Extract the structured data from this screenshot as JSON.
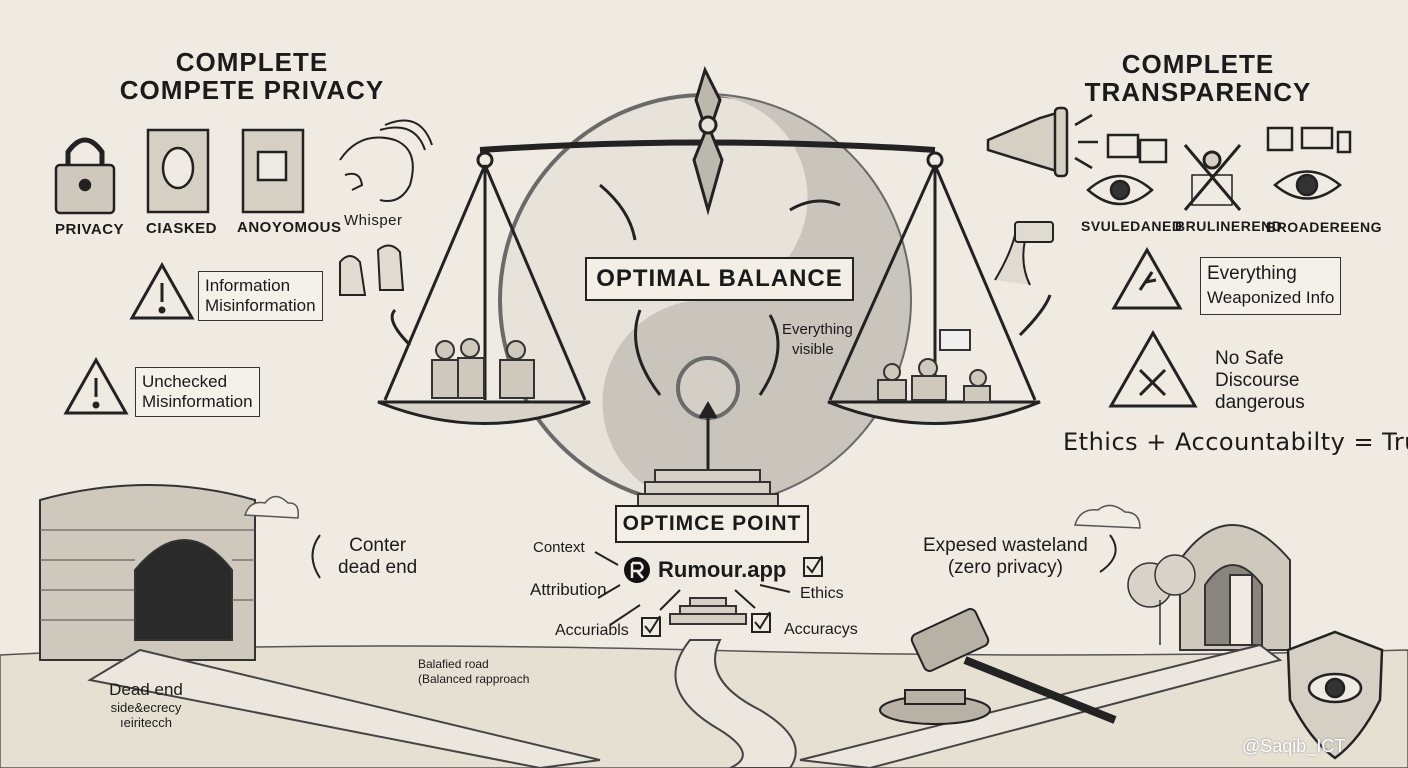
{
  "left": {
    "title_line1": "COMPLETE",
    "title_line2": "COMPETE PRIVACY",
    "icons": [
      "PRIVACY",
      "CIASKED",
      "ANOYOMOUS",
      "Whisper"
    ],
    "warn1": [
      "Information",
      "Misinformation"
    ],
    "warn2": [
      "Unchecked",
      "Misinformation"
    ],
    "conter": [
      "Conter",
      "dead end"
    ],
    "dead_end": [
      "Dead end",
      "side&ecrecy",
      "ıeiritecch"
    ]
  },
  "right": {
    "title_line1": "COMPLETE",
    "title_line2": "TRANSPARENCY",
    "icons": [
      "SVULEDANED",
      "BRULINEREND",
      "BROADEREENG"
    ],
    "warn1": [
      "Everything",
      "Weaponized Info"
    ],
    "warn2": [
      "No Safe",
      "Discourse",
      "dangerous"
    ],
    "formula": "Ethics + Accountabilty = Trust",
    "wasteland": [
      "Expesed wasteland",
      "(zero privacy)"
    ]
  },
  "center": {
    "optimal_balance": "OPTIMAL BALANCE",
    "everything_visible": [
      "Everything",
      "visible"
    ],
    "optimce_point": "OPTIMCE POINT",
    "context": "Context",
    "attribution": "Attribution",
    "brand": "Rumour.app",
    "ethics": "Ethics",
    "accuriabls": "Accuriabls",
    "accuracys": "Accuracys",
    "road": [
      "Balafied road",
      "(Balanced rapproach"
    ]
  },
  "watermark": "@Saqib_ICT"
}
